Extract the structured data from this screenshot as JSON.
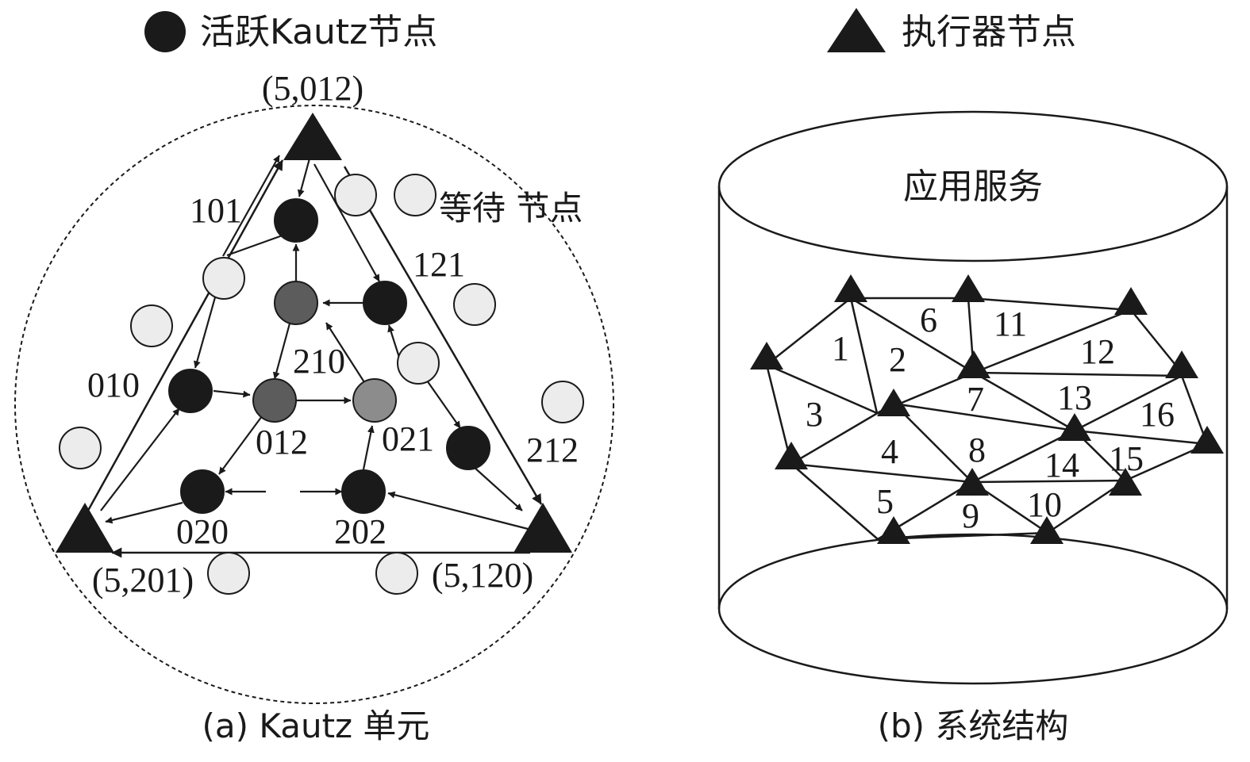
{
  "legend": {
    "active_node": "活跃Kautz节点",
    "actuator_node": "执行器节点"
  },
  "panel_a": {
    "caption": "(a) Kautz 单元",
    "waiting_node_label": "等待 节点",
    "corner_labels": {
      "top": "(5,012)",
      "bottom_left": "(5,201)",
      "bottom_right": "(5,120)"
    },
    "node_labels": {
      "n101": "101",
      "n121": "121",
      "n010": "010",
      "n210": "210",
      "n012": "012",
      "n021": "021",
      "n212": "212",
      "n020": "020",
      "n202": "202"
    }
  },
  "panel_b": {
    "caption": "(b) 系统结构",
    "top_label": "应用服务",
    "triangles": [
      "1",
      "2",
      "3",
      "4",
      "5",
      "6",
      "7",
      "8",
      "9",
      "10",
      "11",
      "12",
      "13",
      "14",
      "15",
      "16"
    ]
  },
  "colors": {
    "ink": "#1a1a1a",
    "active_fill": "#1a1a1a",
    "dark_gray_fill": "#5c5c5c",
    "mid_gray_fill": "#8c8c8c",
    "waiting_fill": "#ececec"
  }
}
